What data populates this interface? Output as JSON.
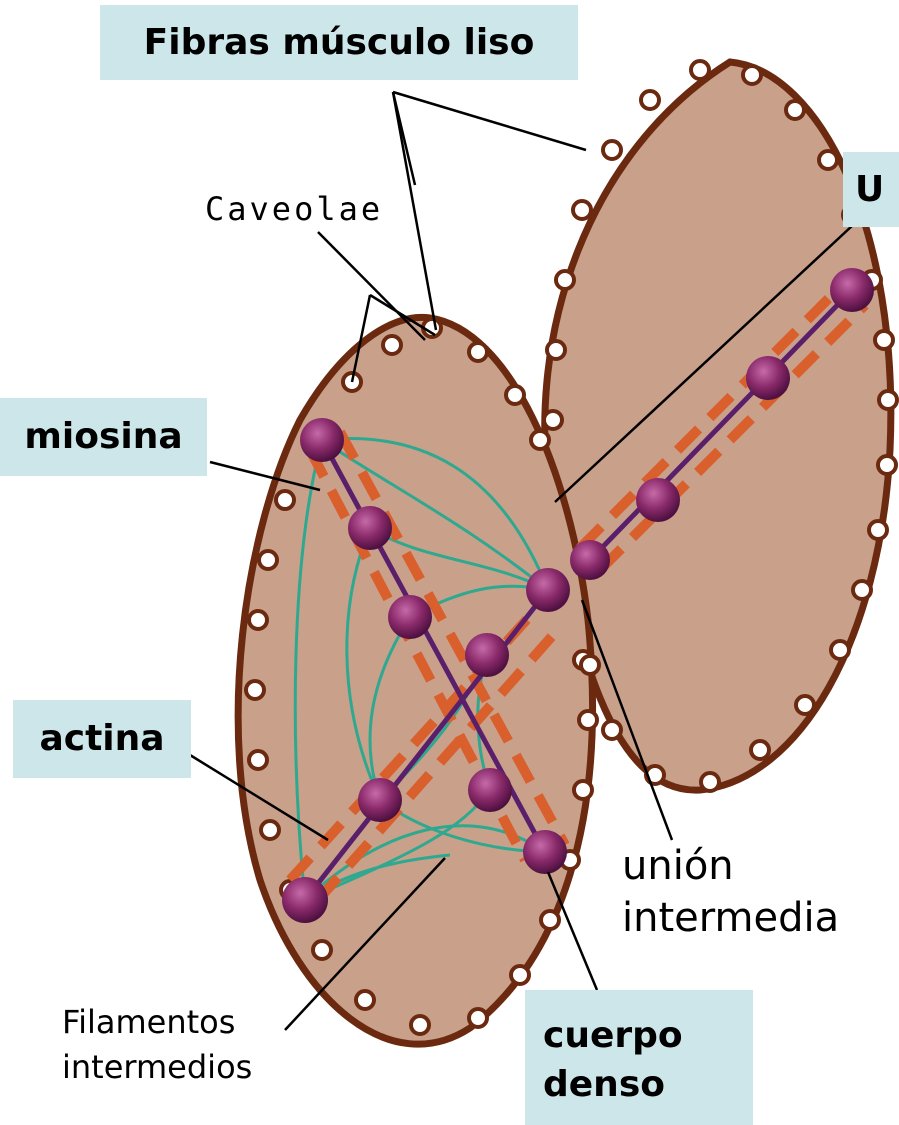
{
  "labels": {
    "fibras": "Fibras músculo liso",
    "caveolae": "Caveolae",
    "miosina": "miosina",
    "actina": "actina",
    "union_line1": "unión",
    "union_line2": "intermedia",
    "filamentos_line1": "Filamentos",
    "filamentos_line2": "intermedios",
    "cuerpo_line1": "cuerpo",
    "cuerpo_line2": "denso",
    "right_box": "U"
  },
  "colors": {
    "cell_fill": "#c9a08a",
    "cell_border": "#6b2a10",
    "myosin": "#d9602d",
    "actin": "#5a1f6a",
    "dense_body": "#8a2a6a",
    "filament": "#2fa890",
    "label_box": "#cce6ea"
  }
}
